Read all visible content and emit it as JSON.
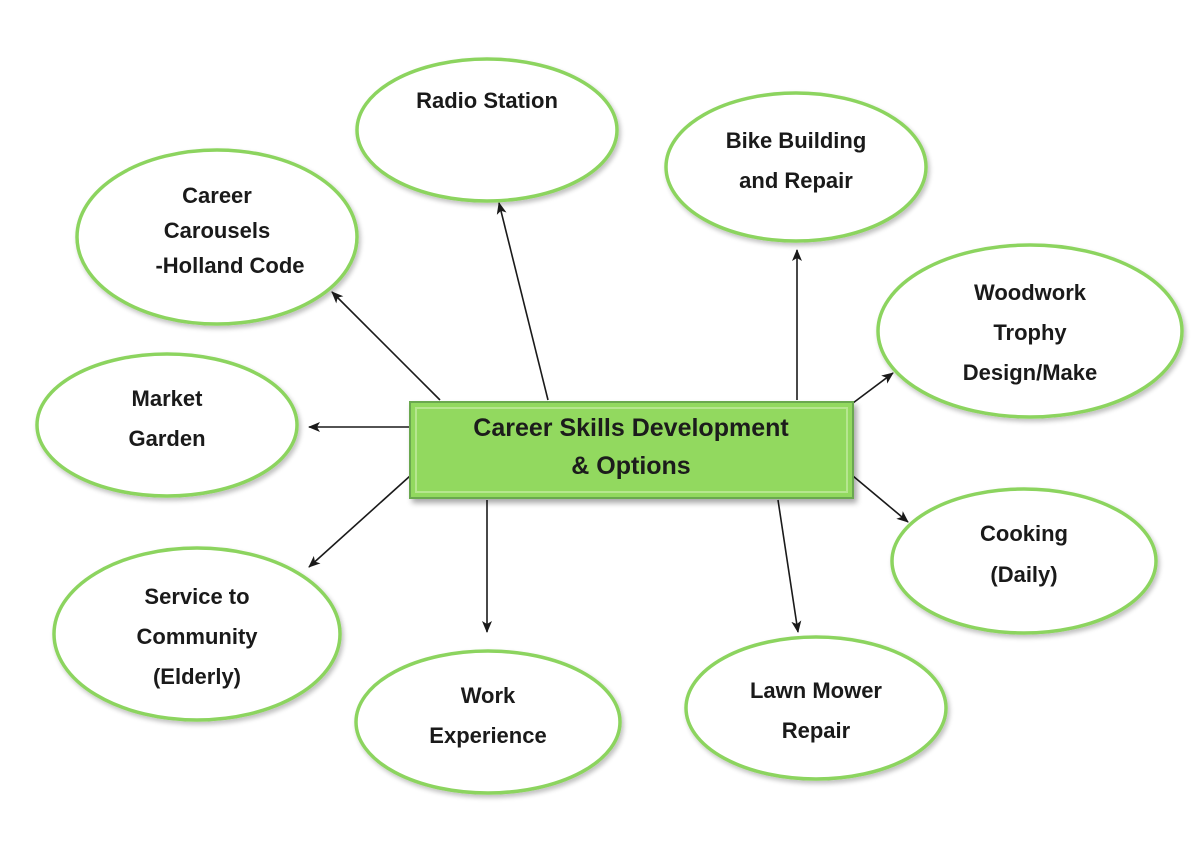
{
  "center": {
    "lines": [
      "Career Skills Development",
      "& Options"
    ],
    "fill_color": "#92d95f",
    "border_color": "#6aa84f"
  },
  "node_border_color": "#8cd45e",
  "nodes": [
    {
      "id": "radio-station",
      "lines": [
        "Radio Station"
      ]
    },
    {
      "id": "bike-building",
      "lines": [
        "Bike Building",
        "and Repair"
      ]
    },
    {
      "id": "career-carousels",
      "lines": [
        "Career",
        "Carousels",
        "-Holland Code"
      ]
    },
    {
      "id": "woodwork-trophy",
      "lines": [
        "Woodwork",
        "Trophy",
        "Design/Make"
      ]
    },
    {
      "id": "market-garden",
      "lines": [
        "Market",
        "Garden"
      ]
    },
    {
      "id": "cooking",
      "lines": [
        "Cooking",
        "(Daily)"
      ]
    },
    {
      "id": "service-to-community",
      "lines": [
        "Service to",
        "Community",
        "(Elderly)"
      ]
    },
    {
      "id": "lawn-mower-repair",
      "lines": [
        "Lawn Mower",
        "Repair"
      ]
    },
    {
      "id": "work-experience",
      "lines": [
        "Work",
        "Experience"
      ]
    }
  ]
}
